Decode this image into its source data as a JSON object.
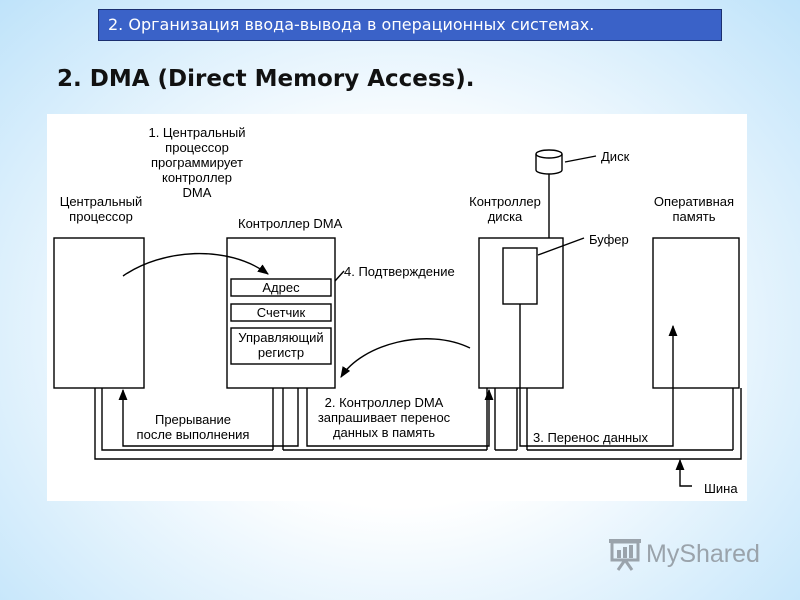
{
  "header": {
    "title": "2. Организация ввода-вывода в операционных системах."
  },
  "slide": {
    "title": "2. DMA (Direct Memory Access)."
  },
  "diagram": {
    "cpu_label": [
      "Центральный",
      "процессор"
    ],
    "dma_label": "Контроллер DMA",
    "disk_ctrl_label": [
      "Контроллер",
      "диска"
    ],
    "ram_label": [
      "Оперативная",
      "память"
    ],
    "disk_label": "Диск",
    "buffer_label": "Буфер",
    "registers": {
      "address": "Адрес",
      "counter": "Счетчик",
      "control": [
        "Управляющий",
        "регистр"
      ]
    },
    "step1": [
      "1. Центральный",
      "процессор",
      "программирует",
      "контроллер",
      "DMA"
    ],
    "step2": [
      "2. Контроллер DMA",
      "запрашивает перенос",
      "данных в память"
    ],
    "step3": "3. Перенос данных",
    "step4": "4. Подтверждение",
    "interrupt": [
      "Прерывание",
      "после выполнения"
    ],
    "bus": "Шина"
  },
  "watermark": {
    "text": "MyShared"
  }
}
